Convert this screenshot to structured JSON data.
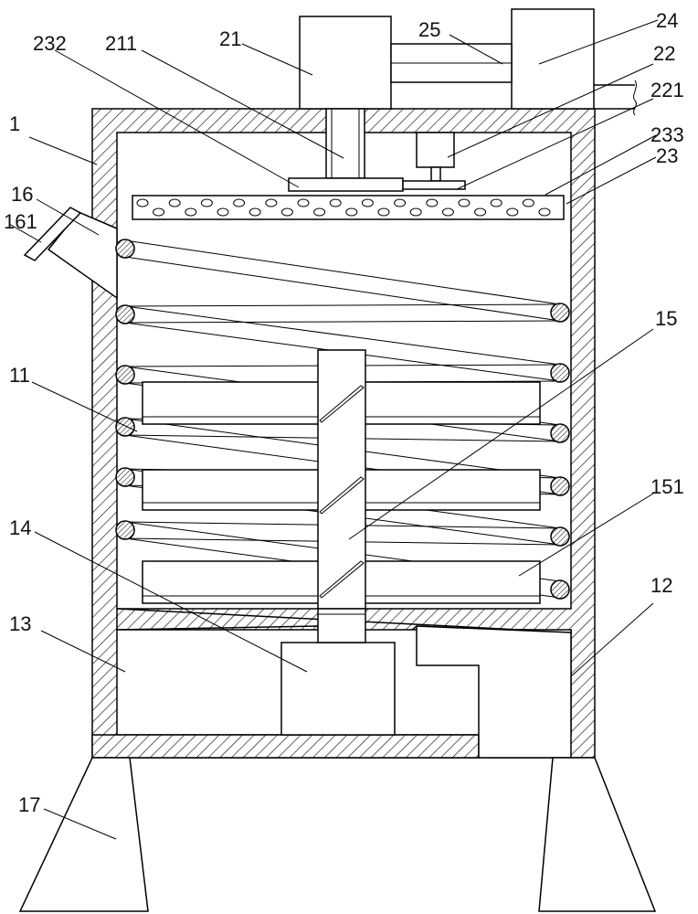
{
  "labels": {
    "l1": "1",
    "l11": "11",
    "l12": "12",
    "l13": "13",
    "l14": "14",
    "l15": "15",
    "l151": "151",
    "l16": "16",
    "l161": "161",
    "l17": "17",
    "l21": "21",
    "l211": "211",
    "l22": "22",
    "l221": "221",
    "l23": "23",
    "l232": "232",
    "l233": "233",
    "l24": "24",
    "l25": "25"
  }
}
